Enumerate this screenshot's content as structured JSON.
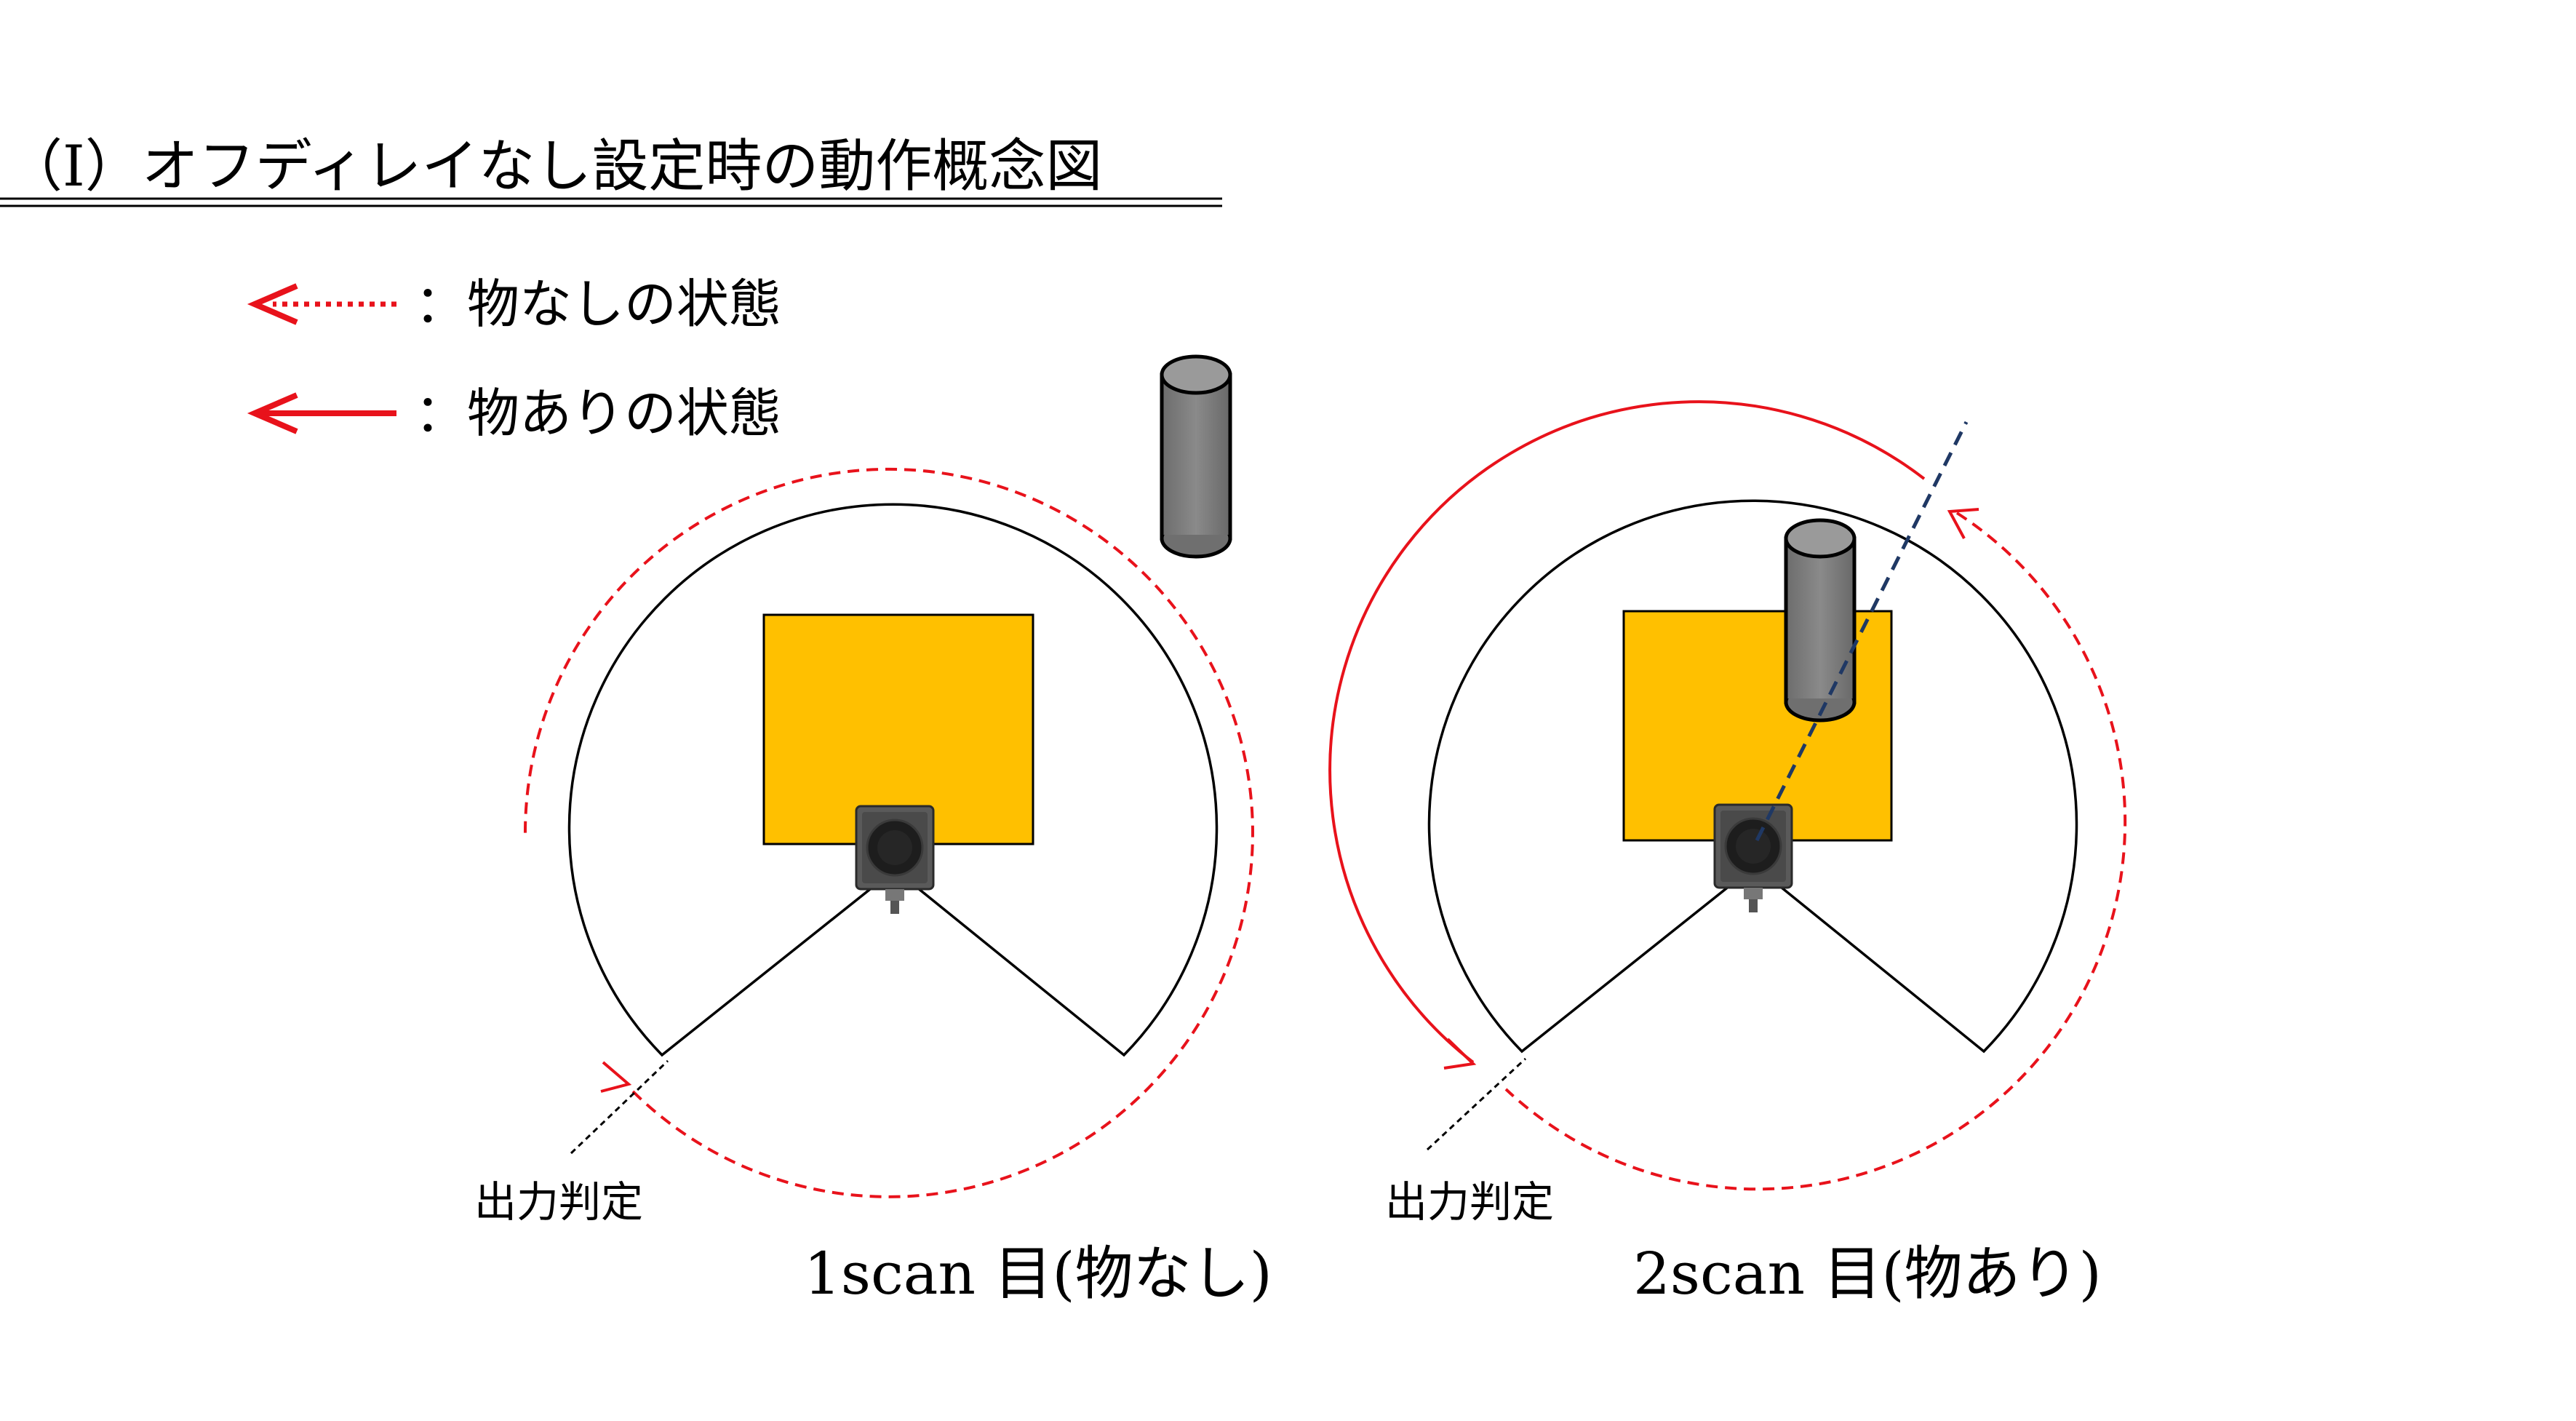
{
  "title": "（Ⅰ）オフディレイなし設定時の動作概念図",
  "legend": {
    "no_object": "：物なしの状態",
    "object_present": "：物ありの状態"
  },
  "panels": [
    {
      "output_label": "出力判定",
      "caption": "1scan 目(物なし)"
    },
    {
      "output_label": "出力判定",
      "caption": "2scan 目(物あり)"
    }
  ],
  "colors": {
    "arrow_red": "#e8121b",
    "detection_area": "#ffc000",
    "object_cylinder": "#808080",
    "beam_line": "#1f3864",
    "outline": "#000000"
  }
}
